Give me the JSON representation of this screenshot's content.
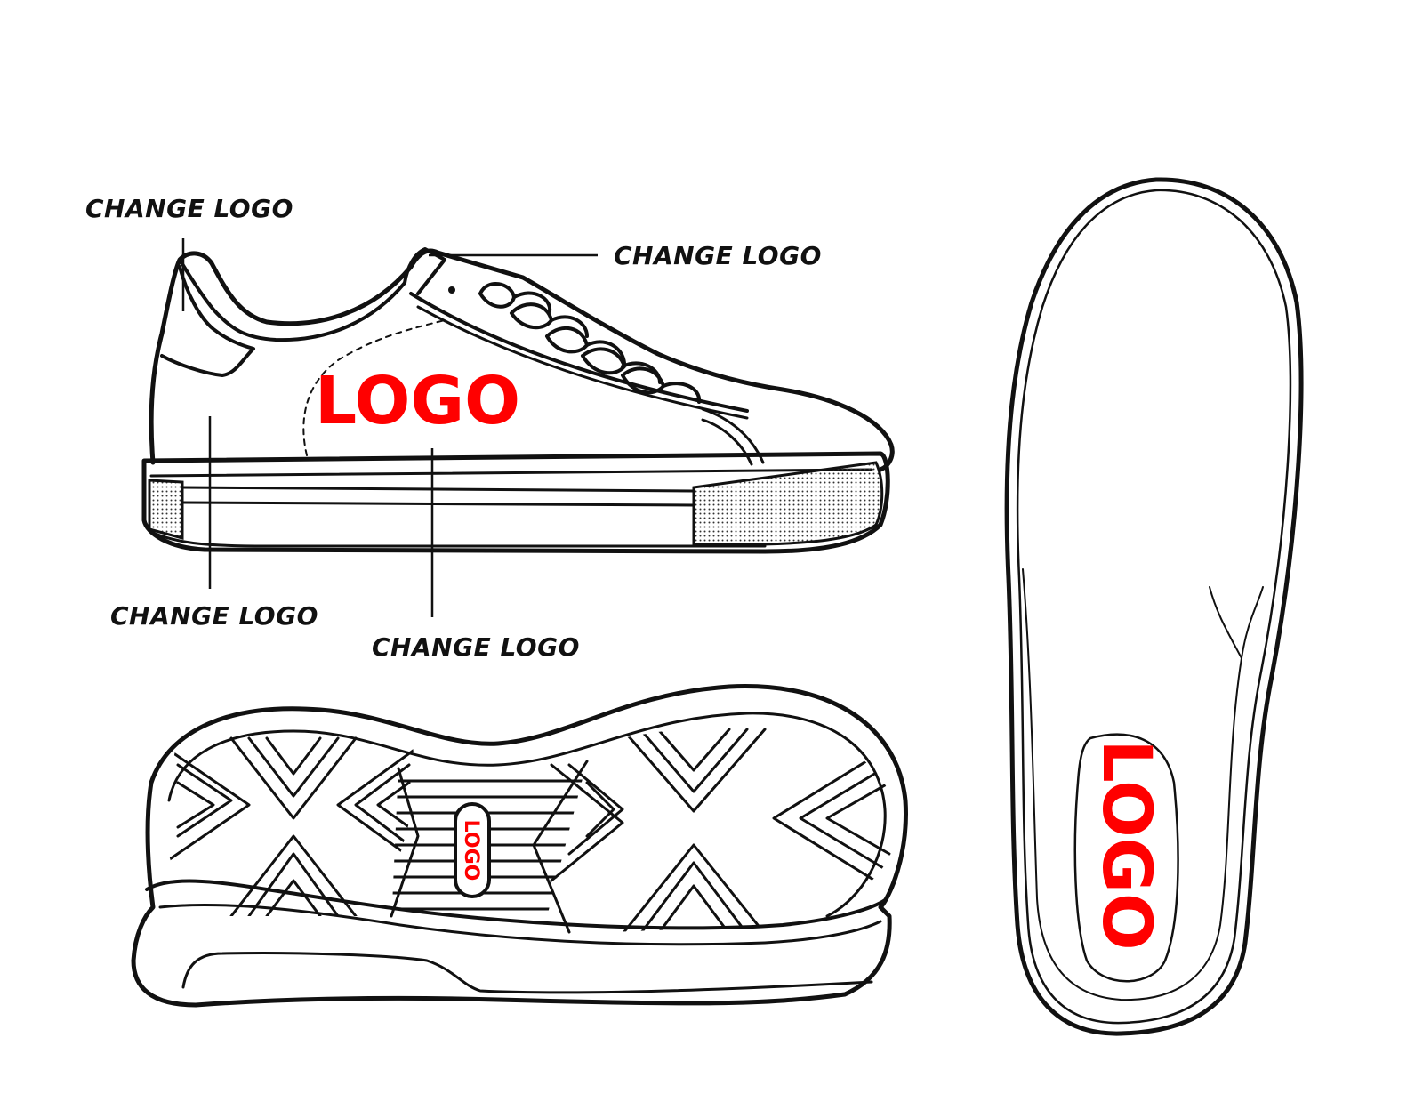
{
  "callouts": {
    "heel_tab": "CHANGE LOGO",
    "tongue": "CHANGE LOGO",
    "sole_heel": "CHANGE LOGO",
    "side_panel": "CHANGE LOGO"
  },
  "logos": {
    "side": "LOGO",
    "outsole": "LOGO",
    "insole": "LOGO"
  },
  "colors": {
    "logo": "#ff0000",
    "outline": "#111111",
    "background": "#ffffff"
  }
}
